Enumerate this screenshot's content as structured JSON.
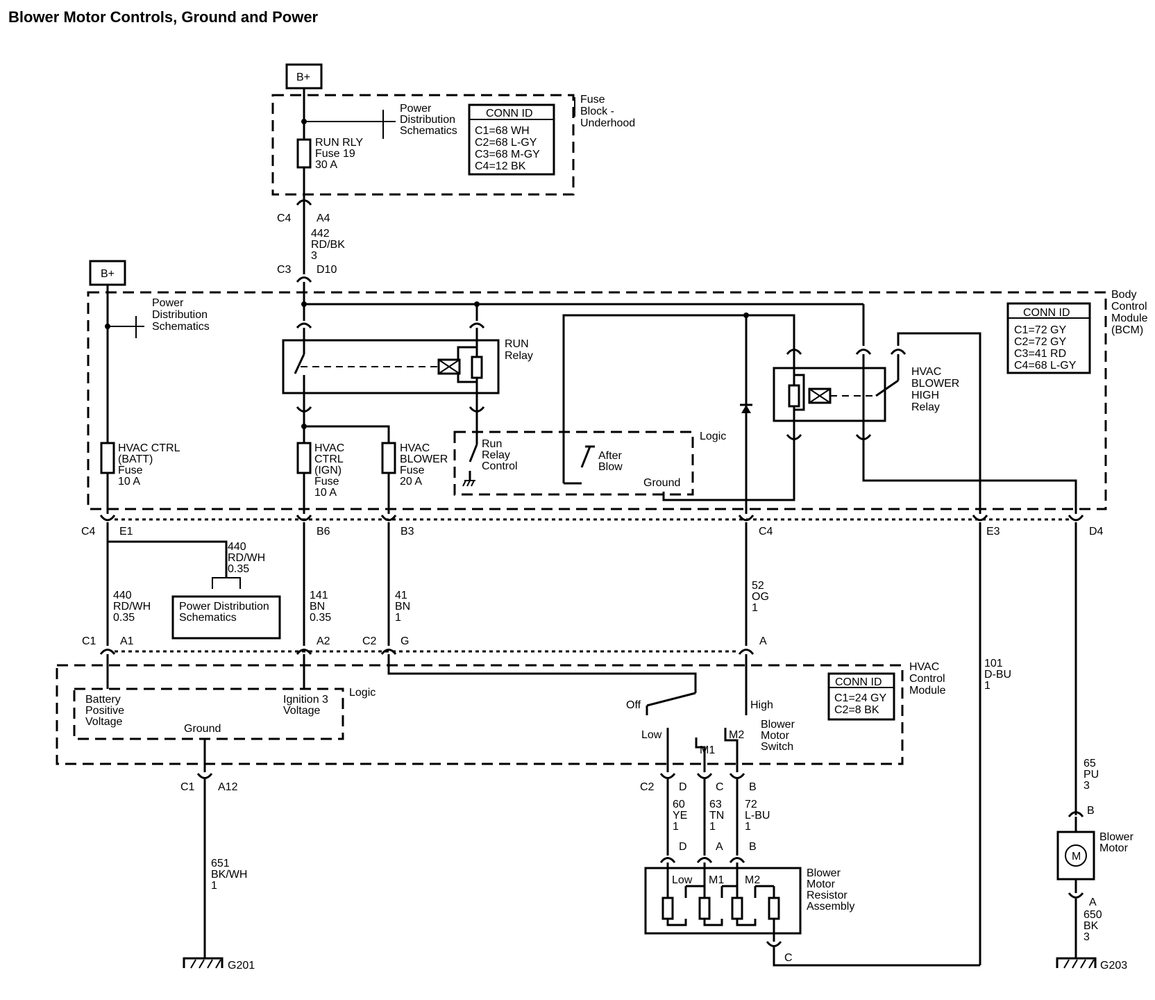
{
  "title": "Blower Motor Controls, Ground and Power",
  "battery_label": "B+",
  "fuse_block": {
    "name": [
      "Fuse",
      "Block -",
      "Underhood"
    ],
    "power_dist": [
      "Power",
      "Distribution",
      "Schematics"
    ],
    "fuse": [
      "RUN RLY",
      "Fuse 19",
      "30 A"
    ],
    "conn_title": "CONN ID",
    "conn": [
      "C1=68 WH",
      "C2=68 L-GY",
      "C3=68 M-GY",
      "C4=12 BK"
    ]
  },
  "wire_442": {
    "c_top": "C4",
    "pin_top": "A4",
    "spec": [
      "442",
      "RD/BK",
      "3"
    ],
    "c_bot": "C3",
    "pin_bot": "D10"
  },
  "bcm": {
    "name": [
      "Body",
      "Control",
      "Module",
      "(BCM)"
    ],
    "conn_title": "CONN ID",
    "conn": [
      "C1=72 GY",
      "C2=72 GY",
      "C3=41 RD",
      "C4=68 L-GY"
    ],
    "power_dist": [
      "Power",
      "Distribution",
      "Schematics"
    ],
    "run_relay": [
      "RUN",
      "Relay"
    ],
    "hvac_high_relay": [
      "HVAC",
      "BLOWER",
      "HIGH",
      "Relay"
    ],
    "fuse_batt": [
      "HVAC CTRL",
      "(BATT)",
      "Fuse",
      "10 A"
    ],
    "fuse_ign": [
      "HVAC",
      "CTRL",
      "(IGN)",
      "Fuse",
      "10 A"
    ],
    "fuse_blower": [
      "HVAC",
      "BLOWER",
      "Fuse",
      "20 A"
    ],
    "run_relay_control": [
      "Run",
      "Relay",
      "Control"
    ],
    "after_blow": [
      "After",
      "Blow"
    ],
    "logic": "Logic",
    "ground": "Ground"
  },
  "bcm_pins": {
    "c4": "C4",
    "e1": "E1",
    "b6": "B6",
    "b3": "B3",
    "c4b": "C4",
    "e3": "E3",
    "d4": "D4"
  },
  "wires": {
    "w440a": [
      "440",
      "RD/WH",
      "0.35"
    ],
    "w440b": [
      "440",
      "RD/WH",
      "0.35"
    ],
    "w141": [
      "141",
      "BN",
      "0.35"
    ],
    "w41": [
      "41",
      "BN",
      "1"
    ],
    "w52": [
      "52",
      "OG",
      "1"
    ],
    "w101": [
      "101",
      "D-BU",
      "1"
    ],
    "w65": [
      "65",
      "PU",
      "3"
    ],
    "w651": [
      "651",
      "BK/WH",
      "1"
    ],
    "w60": [
      "60",
      "YE",
      "1"
    ],
    "w63": [
      "63",
      "TN",
      "1"
    ],
    "w72": [
      "72",
      "L-BU",
      "1"
    ],
    "w650": [
      "650",
      "BK",
      "3"
    ]
  },
  "power_dist_box": [
    "Power Distribution",
    "Schematics"
  ],
  "hvac_pins": {
    "c1": "C1",
    "a1": "A1",
    "a2": "A2",
    "c2": "C2",
    "g": "G",
    "a": "A"
  },
  "hvac": {
    "name": [
      "HVAC",
      "Control",
      "Module"
    ],
    "conn_title": "CONN ID",
    "conn": [
      "C1=24 GY",
      "C2=8 BK"
    ],
    "batt_voltage": [
      "Battery",
      "Positive",
      "Voltage"
    ],
    "ign_voltage": [
      "Ignition 3",
      "Voltage"
    ],
    "logic": "Logic",
    "ground": "Ground",
    "off": "Off",
    "high": "High",
    "low": "Low",
    "m1": "M1",
    "m2": "M2",
    "switch": [
      "Blower",
      "Motor",
      "Switch"
    ]
  },
  "lower_pins": {
    "c1": "C1",
    "a12": "A12",
    "c2": "C2",
    "d": "D",
    "c": "C",
    "b": "B",
    "d2": "D",
    "a2": "A",
    "b2": "B",
    "c3": "C",
    "b_motor": "B",
    "a_motor": "A"
  },
  "resistor": {
    "name": [
      "Blower",
      "Motor",
      "Resistor",
      "Assembly"
    ],
    "low": "Low",
    "m1": "M1",
    "m2": "M2"
  },
  "motor": {
    "name": [
      "Blower",
      "Motor"
    ],
    "symbol": "M"
  },
  "grounds": {
    "g201": "G201",
    "g203": "G203"
  }
}
